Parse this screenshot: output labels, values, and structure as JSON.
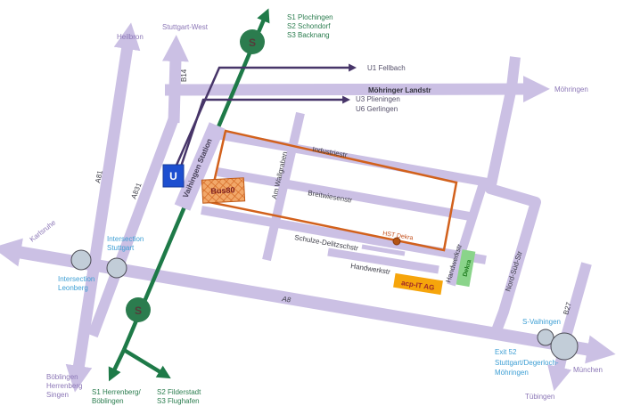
{
  "colors": {
    "road": "#cbc0e4",
    "sbahn_green": "#1e7a48",
    "ubahn_purple": "#473569",
    "bus_route_orange": "#d2611c",
    "destination_text": "#8b76b6",
    "info_text_blue": "#3e9fd4",
    "road_text": "#3c3c46",
    "company_bg": "#f6a50b",
    "company_text": "#a02828",
    "dekra_bg": "#8ad48a",
    "dekra_text": "#1c7a1c",
    "u_badge_bg": "#1d4fd0",
    "s_badge_bg": "#2b7c4e",
    "intersection_fill": "#c2cdd8"
  },
  "sbahn": {
    "badge": "S",
    "north": [
      "S1 Plochingen",
      "S2 Schondorf",
      "S3 Backnang"
    ],
    "south_left": [
      "S1 Herrenberg/",
      "Böblingen"
    ],
    "south_right": [
      "S2 Filderstadt",
      "S3 Flughafen"
    ]
  },
  "ubahn": {
    "badge": "U",
    "u1": "U1 Fellbach",
    "u3": "U3 Plieningen",
    "u6": "U6 Gerlingen"
  },
  "destinations": {
    "heilbronn": "Heilbron",
    "stuttgart_west": "Stuttgart-West",
    "moehringen": "Möhringen",
    "muenchen": "München",
    "tuebingen": "Tübingen",
    "karlsruhe": "Karlsruhe",
    "southwest": [
      "Böblingen",
      "Herrenberg",
      "Singen"
    ]
  },
  "roads": {
    "a8": "A8",
    "a81": "A81",
    "a831": "A831",
    "b14": "B14",
    "b27": "B27",
    "moehringer_landstr": "Möhringer Landstr",
    "industriestr": "Industriestr",
    "breitwiesenstr": "Breitwiesenstr",
    "schulze_delitzschstr": "Schulze-Delitzschstr",
    "am_wallgraben": "Am Wallgraben",
    "handwerkstr": "Handwerkstr",
    "nord_sued_str": "Nord-Süd-Str"
  },
  "stations": {
    "vaihingen": "Vaihingen Station",
    "s_vaihingen": "S-Vaihingen",
    "bus_stop": "Bus80",
    "hst_dekra": "HST Dekra"
  },
  "intersections": {
    "stuttgart": [
      "Intersection",
      "Stuttgart"
    ],
    "leonberg": [
      "Intersection",
      "Leonberg"
    ],
    "exit": "Exit 52",
    "exit_dest": [
      "Stuttgart/Degerloch-",
      "Möhringen"
    ]
  },
  "places": {
    "company": "acp-IT AG",
    "dekra": "Dekra"
  }
}
